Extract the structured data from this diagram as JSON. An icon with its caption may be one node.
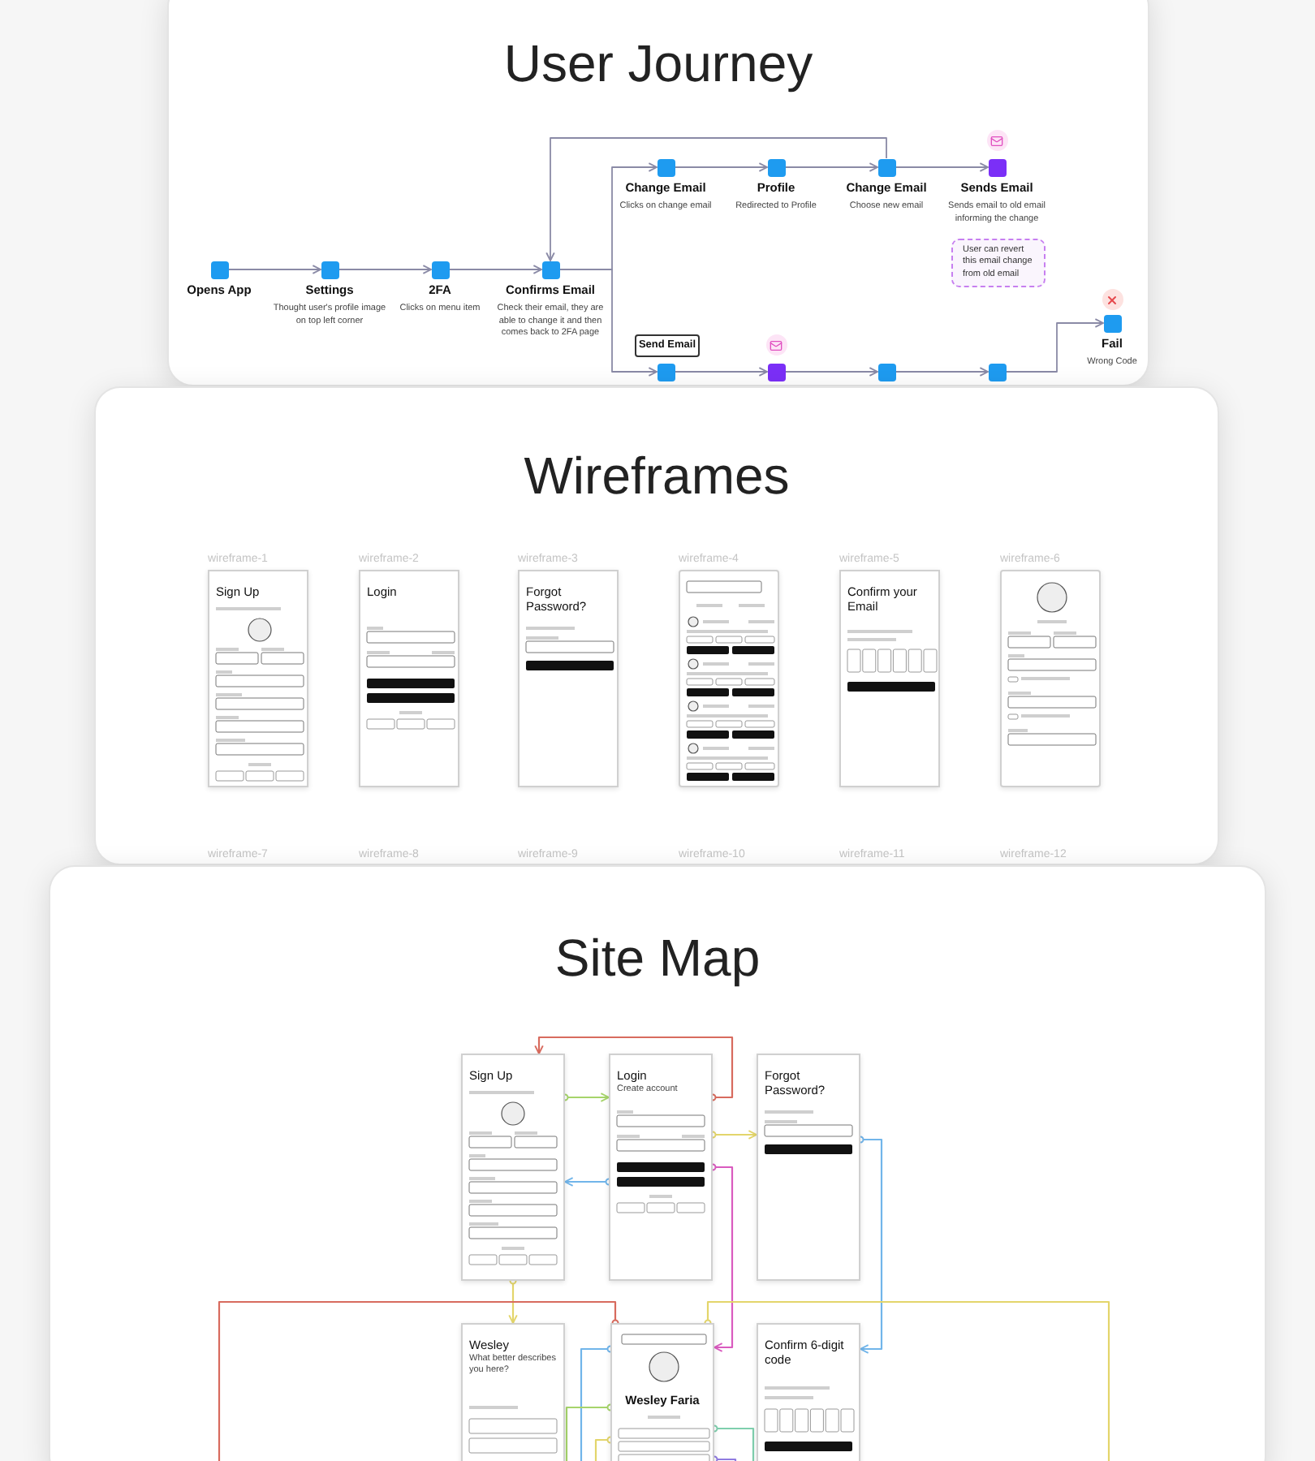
{
  "diagram": {
    "nodes": [
      {
        "text": [
          "User Journey"
        ]
      },
      {
        "text": [],
        "shape": "box",
        "in": 0,
        "beside": [
          "Opens App"
        ]
      },
      {
        "text": [],
        "shape": "box",
        "in": 0,
        "beside": [
          "Settings",
          "Thought user's profile image on top left corner"
        ]
      },
      {
        "text": [],
        "shape": "box",
        "in": 0,
        "beside": [
          "2FA",
          "Clicks on menu item"
        ]
      },
      {
        "text": [],
        "shape": "box",
        "in": 0,
        "beside": [
          "Confirms Email",
          "Check their email, they are able to change it and then comes back to 2FA page"
        ]
      },
      {
        "text": [],
        "shape": "box",
        "in": 0,
        "beside": [
          "Change Email",
          "Clicks on change email"
        ]
      },
      {
        "text": [],
        "shape": "box",
        "in": 0,
        "beside": [
          "Profile",
          "Redirected to Profile"
        ]
      },
      {
        "text": [],
        "shape": "box",
        "in": 0,
        "beside": [
          "Change Email",
          "Choose new email"
        ]
      },
      {
        "text": [],
        "shape": "box",
        "in": 0,
        "beside": [
          "Sends Email",
          "Sends email to old email informing the change"
        ]
      },
      {
        "text": [
          "User can revert this email change from old email"
        ],
        "in": 0
      },
      {
        "text": [
          "Send Email"
        ],
        "in": 0
      },
      {
        "text": [],
        "shape": "box",
        "in": 0
      },
      {
        "text": [],
        "shape": "box",
        "in": 0
      },
      {
        "text": [],
        "shape": "box",
        "in": 0
      },
      {
        "text": [],
        "shape": "box",
        "in": 0
      },
      {
        "text": [],
        "shape": "box",
        "in": 0,
        "beside": [
          "Fail",
          "Wrong Code"
        ]
      },
      {
        "text": [
          "Wireframes"
        ]
      },
      {
        "text": [
          "Sign Up"
        ],
        "in": 16,
        "beside": [
          "wireframe-1"
        ]
      },
      {
        "text": [
          "Login"
        ],
        "in": 16,
        "beside": [
          "wireframe-2"
        ]
      },
      {
        "text": [
          "Forgot Password?"
        ],
        "in": 16,
        "beside": [
          "wireframe-3"
        ]
      },
      {
        "text": [],
        "shape": "box",
        "in": 16,
        "beside": [
          "wireframe-4"
        ]
      },
      {
        "text": [
          "Confirm your Email"
        ],
        "in": 16,
        "beside": [
          "wireframe-5"
        ]
      },
      {
        "text": [],
        "shape": "box",
        "in": 16,
        "beside": [
          "wireframe-6"
        ]
      },
      {
        "text": [
          "Site Map"
        ]
      },
      {
        "text": [
          "Sign Up"
        ],
        "in": 23
      },
      {
        "text": [
          "Login",
          "Create account"
        ],
        "in": 23
      },
      {
        "text": [
          "Forgot Password?"
        ],
        "in": 23
      },
      {
        "text": [
          "Wesley",
          "What better describes you here?"
        ],
        "in": 23
      },
      {
        "text": [
          "Wesley Faria"
        ],
        "in": 23
      },
      {
        "text": [
          "Confirm 6-digit code"
        ],
        "in": 23
      }
    ],
    "edges": [
      {
        "from": 1,
        "to": 2,
        "arrow": "to"
      },
      {
        "from": 2,
        "to": 3,
        "arrow": "to"
      },
      {
        "from": 3,
        "to": 4,
        "arrow": "to"
      },
      {
        "from": 4,
        "to": 5,
        "arrow": "to"
      },
      {
        "from": 4,
        "to": 11,
        "arrow": "to"
      },
      {
        "from": 5,
        "to": 6,
        "arrow": "to"
      },
      {
        "from": 6,
        "to": 7,
        "arrow": "to"
      },
      {
        "from": 7,
        "to": 8,
        "arrow": "to"
      },
      {
        "from": 7,
        "to": 4,
        "arrow": "to"
      },
      {
        "from": 11,
        "to": 12,
        "arrow": "to"
      },
      {
        "from": 12,
        "to": 13,
        "arrow": "to"
      },
      {
        "from": 13,
        "to": 14,
        "arrow": "to"
      },
      {
        "from": 14,
        "to": 15,
        "arrow": "to"
      },
      {
        "from": 25,
        "to": 24,
        "arrow": "to",
        "color": "#d86b5e"
      },
      {
        "from": 24,
        "to": 25,
        "arrow": "to",
        "color": "#a6d46b"
      },
      {
        "from": 25,
        "to": 26,
        "arrow": "to",
        "color": "#e3d56b"
      },
      {
        "from": 25,
        "to": 24,
        "arrow": "to",
        "color": "#71b5ea"
      },
      {
        "from": 26,
        "to": 29,
        "arrow": "to",
        "color": "#71b5ea"
      },
      {
        "from": 25,
        "to": 28,
        "arrow": "to",
        "color": "#d95bbf"
      },
      {
        "from": 24,
        "to": 27,
        "arrow": "to",
        "color": "#e3d56b"
      },
      {
        "from": 28,
        "to": null,
        "arrow": "other",
        "color": "#d86b5e"
      },
      {
        "from": 28,
        "to": null,
        "arrow": "other",
        "color": "#e3d56b"
      },
      {
        "from": 28,
        "to": null,
        "arrow": "other",
        "color": "#71b5ea"
      },
      {
        "from": 28,
        "to": null,
        "arrow": "other",
        "color": "#a6d46b"
      },
      {
        "from": 28,
        "to": null,
        "arrow": "other",
        "color": "#7fcfae"
      },
      {
        "from": 28,
        "to": null,
        "arrow": "other",
        "color": "#e3d56b"
      },
      {
        "from": 28,
        "to": null,
        "arrow": "other",
        "color": "#8f7be0"
      }
    ],
    "labels": [
      "wireframe-7",
      "wireframe-8",
      "wireframe-9",
      "wireframe-10",
      "wireframe-11",
      "wireframe-12"
    ]
  }
}
